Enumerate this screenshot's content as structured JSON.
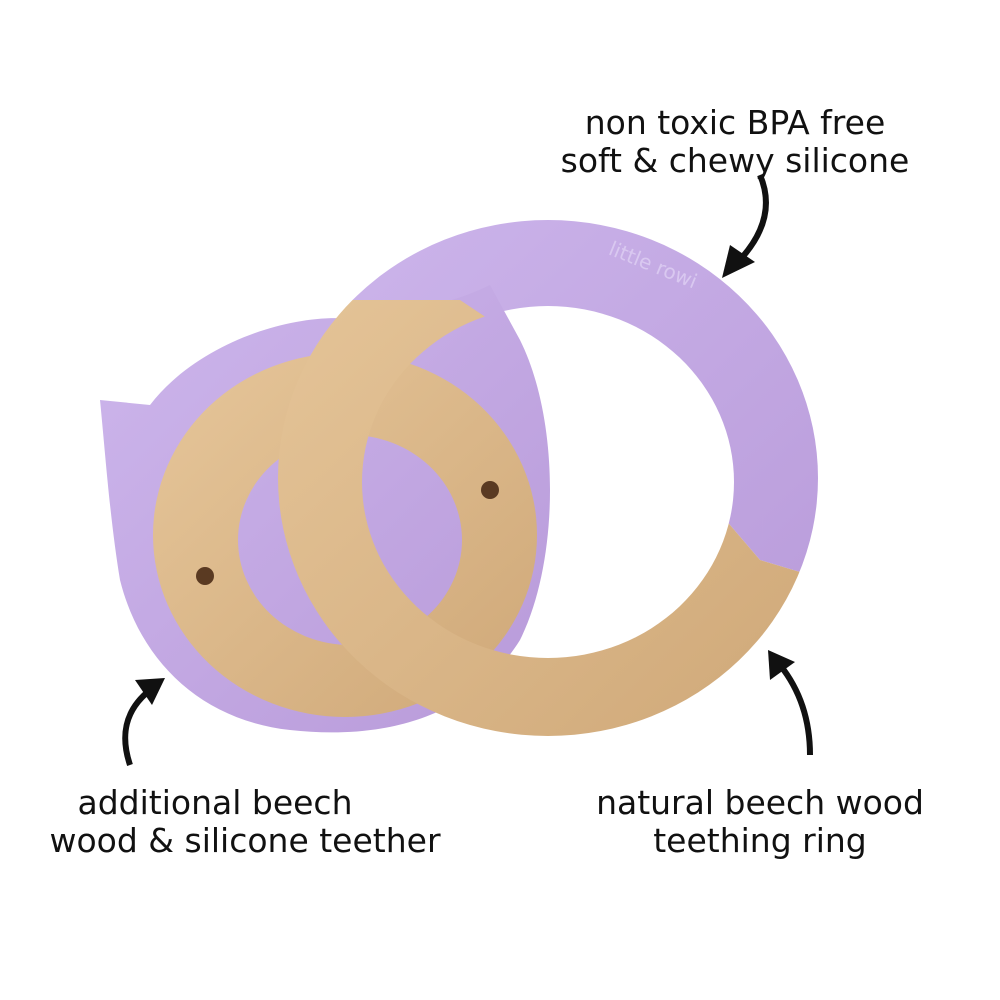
{
  "callouts": {
    "silicone": {
      "line1": "non toxic BPA free",
      "line2": "soft & chewy silicone"
    },
    "teether": {
      "line1": "additional beech",
      "line2": "wood & silicone teether"
    },
    "ring": {
      "line1": "natural beech wood",
      "line2": "teething ring"
    }
  },
  "logo_text": "little rowi",
  "colors": {
    "silicone": "#c6aee6",
    "wood": "#dcb98a",
    "text": "#111111"
  }
}
